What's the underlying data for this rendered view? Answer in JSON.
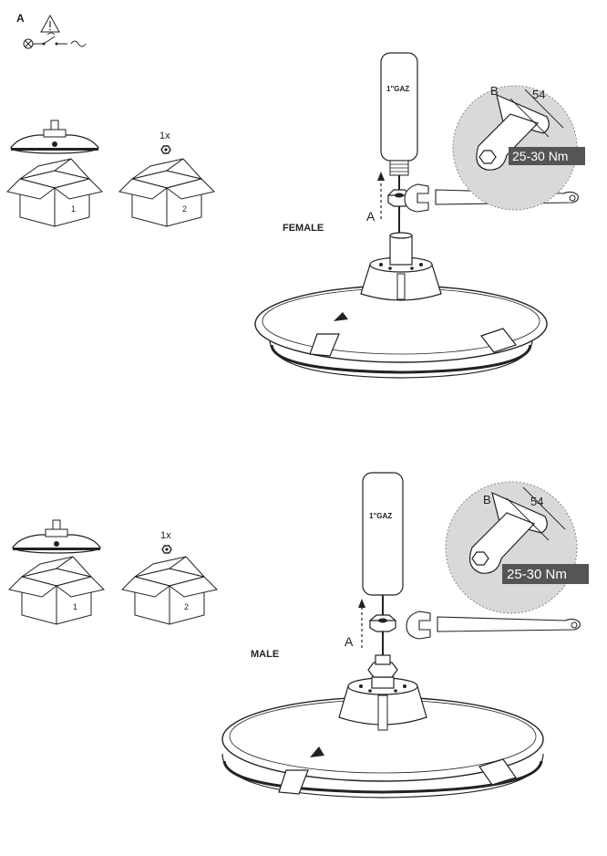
{
  "step_letter": "A",
  "top_section": {
    "mode_label": "FEMALE",
    "box1_number": "1",
    "box2_number": "2",
    "quantity_label": "1x",
    "pipe_label": "1\"GAZ",
    "arrow_label": "A",
    "detail_label": "B",
    "wrench_size": "54",
    "torque": "25-30 Nm"
  },
  "bottom_section": {
    "mode_label": "MALE",
    "box1_number": "1",
    "box2_number": "2",
    "quantity_label": "1x",
    "pipe_label": "1\"GAZ",
    "arrow_label": "A",
    "detail_label": "B",
    "wrench_size": "54",
    "torque": "25-30 Nm"
  },
  "colors": {
    "line": "#222222",
    "detail_circle": "#d9d9d9",
    "torque_badge": "#555555"
  },
  "icons": [
    "warning-icon",
    "lamp-symbol-icon",
    "switch-icon",
    "ac-symbol-icon"
  ]
}
